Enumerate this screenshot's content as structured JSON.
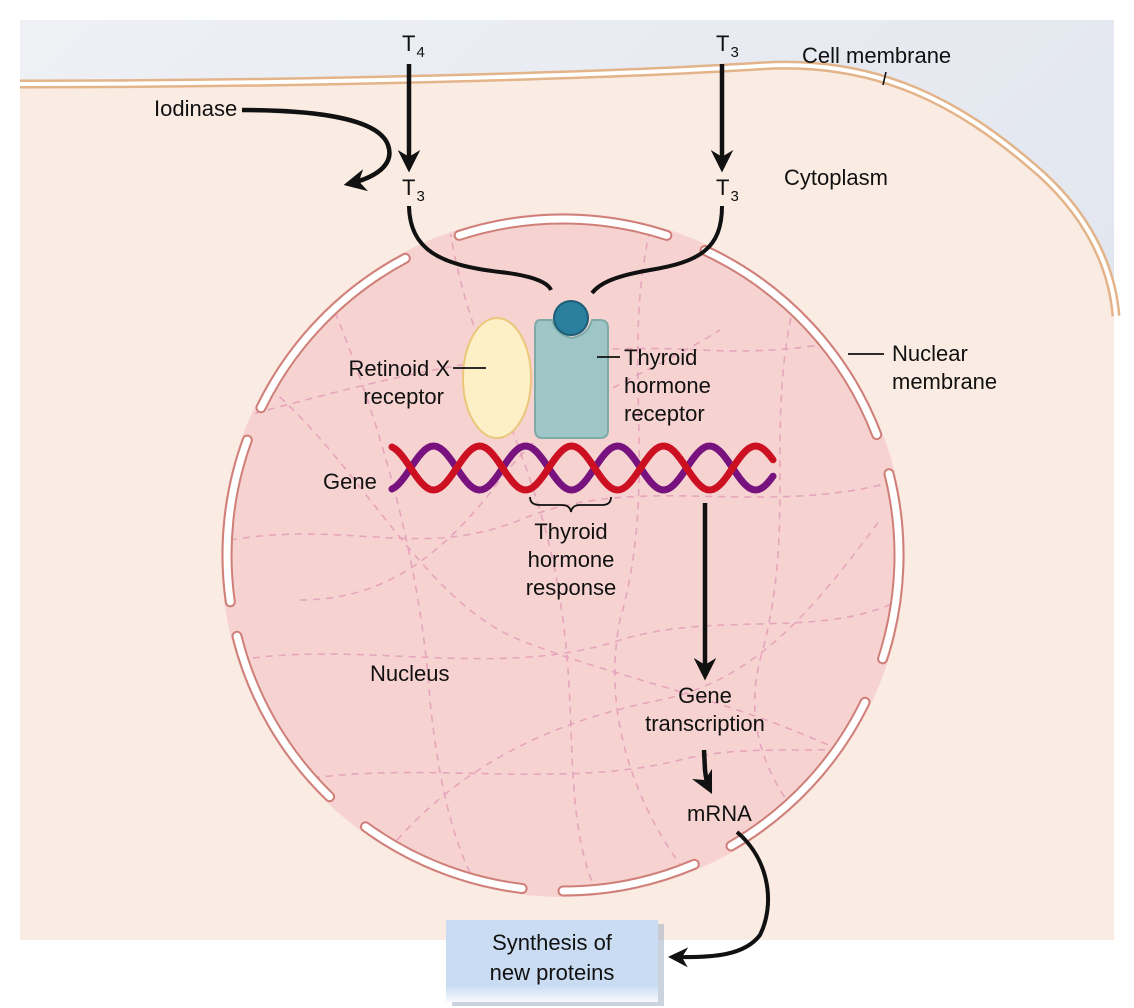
{
  "title": "Thyroid hormone mechanism of action",
  "colors": {
    "extracellular": "#e6e9f0",
    "cytoplasm": "#fbece3",
    "cell_membrane": "#e3b48a",
    "nucleus": "#f6d3d0",
    "nuclear_membrane": "#cf7f78",
    "chromatin": "#e6a5bd",
    "rxr_fill": "#fdf0c6",
    "rxr_stroke": "#eac77b",
    "tr_fill": "#9ec6c6",
    "tr_stroke": "#7eaaa8",
    "hormone_ball": "#2a7f9e",
    "dna_strand_a": "#cc1022",
    "dna_strand_b": "#77127f",
    "arrow": "#111111",
    "protein_box": "#c9dcf2"
  },
  "labels": {
    "t4_outside": {
      "base": "T",
      "sub": "4"
    },
    "t3_outside": {
      "base": "T",
      "sub": "3"
    },
    "t3_left_inside": {
      "base": "T",
      "sub": "3"
    },
    "t3_right_inside": {
      "base": "T",
      "sub": "3"
    },
    "iodinase": "Iodinase",
    "cell_membrane": "Cell membrane",
    "cytoplasm": "Cytoplasm",
    "nuclear_membrane": [
      "Nuclear",
      "membrane"
    ],
    "retinoid_x_receptor": [
      "Retinoid X",
      "receptor"
    ],
    "thyroid_hormone_receptor": [
      "Thyroid",
      "hormone",
      "receptor"
    ],
    "gene": "Gene",
    "thyroid_hormone_response": [
      "Thyroid",
      "hormone",
      "response"
    ],
    "nucleus": "Nucleus",
    "gene_transcription": [
      "Gene",
      "transcription"
    ],
    "mrna": "mRNA",
    "synthesis": [
      "Synthesis of",
      "new proteins"
    ]
  }
}
